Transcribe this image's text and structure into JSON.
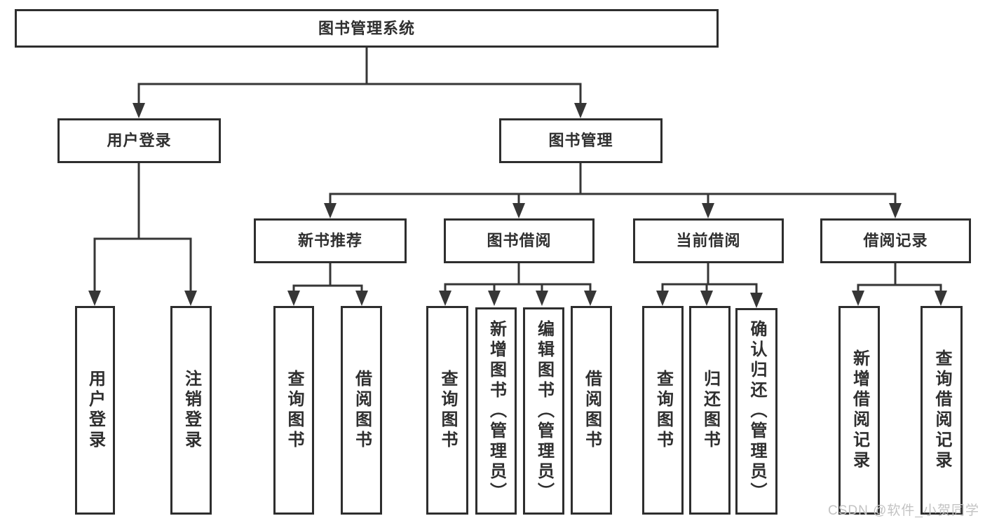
{
  "diagram": {
    "type": "hierarchy-tree",
    "line_color": "#363636",
    "box_border_color": "#2e2e2e",
    "box_background": "#ffffff",
    "text_color": "#2f2f2f",
    "tree": {
      "label": "图书管理系统",
      "children": [
        {
          "label": "用户登录",
          "children": [
            {
              "label": "用户登录"
            },
            {
              "label": "注销登录"
            }
          ]
        },
        {
          "label": "图书管理",
          "children": [
            {
              "label": "新书推荐",
              "children": [
                {
                  "label": "查询图书"
                },
                {
                  "label": "借阅图书"
                }
              ]
            },
            {
              "label": "图书借阅",
              "children": [
                {
                  "label": "查询图书"
                },
                {
                  "label": "新增图书（管理员）"
                },
                {
                  "label": "编辑图书（管理员）"
                },
                {
                  "label": "借阅图书"
                }
              ]
            },
            {
              "label": "当前借阅",
              "children": [
                {
                  "label": "查询图书"
                },
                {
                  "label": "归还图书"
                },
                {
                  "label": "确认归还（管理员）"
                }
              ]
            },
            {
              "label": "借阅记录",
              "children": [
                {
                  "label": "新增借阅记录"
                },
                {
                  "label": "查询借阅记录"
                }
              ]
            }
          ]
        }
      ]
    }
  },
  "watermark": {
    "text": "CSDN @软件_小贺同学"
  }
}
